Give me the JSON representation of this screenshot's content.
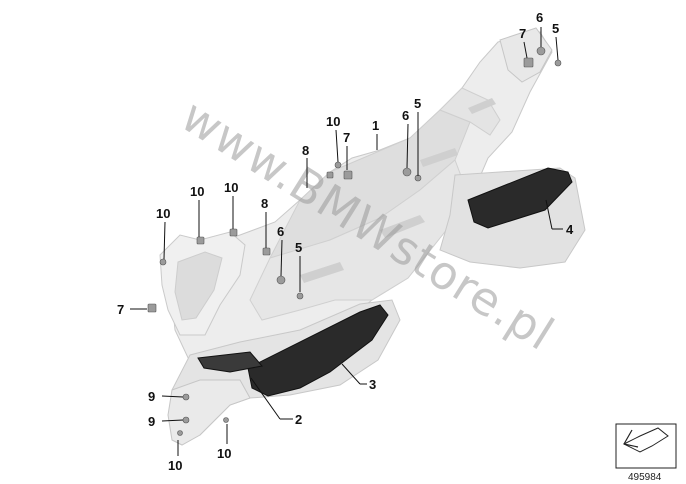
{
  "watermark": "www.BMWstore.pl",
  "reference_number": "495984",
  "colors": {
    "part_light": "#ededed",
    "part_mid": "#d9d9d9",
    "part_edge": "#c4c4c4",
    "mat": "#2a2a2a",
    "hardware": "#9b9b9b"
  },
  "callouts": [
    "1",
    "2",
    "3",
    "4",
    "5",
    "5",
    "5",
    "6",
    "6",
    "6",
    "7",
    "7",
    "7",
    "8",
    "8",
    "9",
    "9",
    "10",
    "10",
    "10",
    "10",
    "10",
    "10"
  ]
}
